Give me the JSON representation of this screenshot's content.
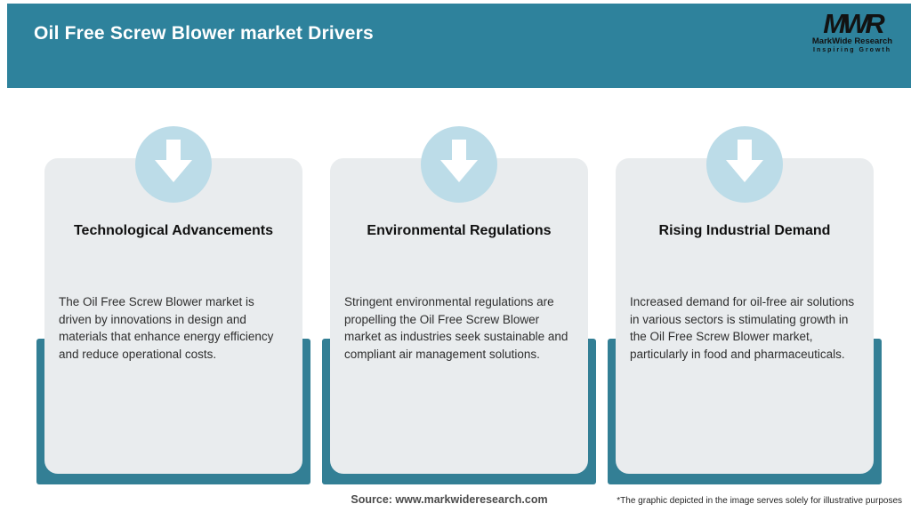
{
  "header": {
    "title": "Oil Free Screw Blower market Drivers",
    "logo": {
      "acronym": "MWR",
      "name": "MarkWide Research",
      "tagline": "Inspiring Growth"
    }
  },
  "cards": [
    {
      "icon": "arrow-down-icon",
      "title": "Technological Advancements",
      "body": "The Oil Free Screw Blower market is driven by innovations in design and materials that enhance energy efficiency and reduce operational costs."
    },
    {
      "icon": "arrow-down-icon",
      "title": "Environmental Regulations",
      "body": "Stringent environmental regulations are propelling the Oil Free Screw Blower market as industries seek sustainable and compliant air management solutions."
    },
    {
      "icon": "arrow-down-icon",
      "title": "Rising Industrial Demand",
      "body": "Increased demand for oil-free air solutions in various sectors is stimulating growth in the Oil Free Screw Blower market, particularly in food and pharmaceuticals."
    }
  ],
  "footer": {
    "source": "Source: www.markwideresearch.com",
    "disclaimer": "*The graphic depicted in the image serves solely for illustrative purposes"
  },
  "colors": {
    "header_teal": "#2E829C",
    "band_teal": "#337F95",
    "circle_blue": "#BCDCE8",
    "card_gray": "#E9ECEE",
    "title_color": "#101010",
    "body_color": "#2E2E2E",
    "source_color": "#4A4A4A",
    "logo_color": "#121212"
  }
}
